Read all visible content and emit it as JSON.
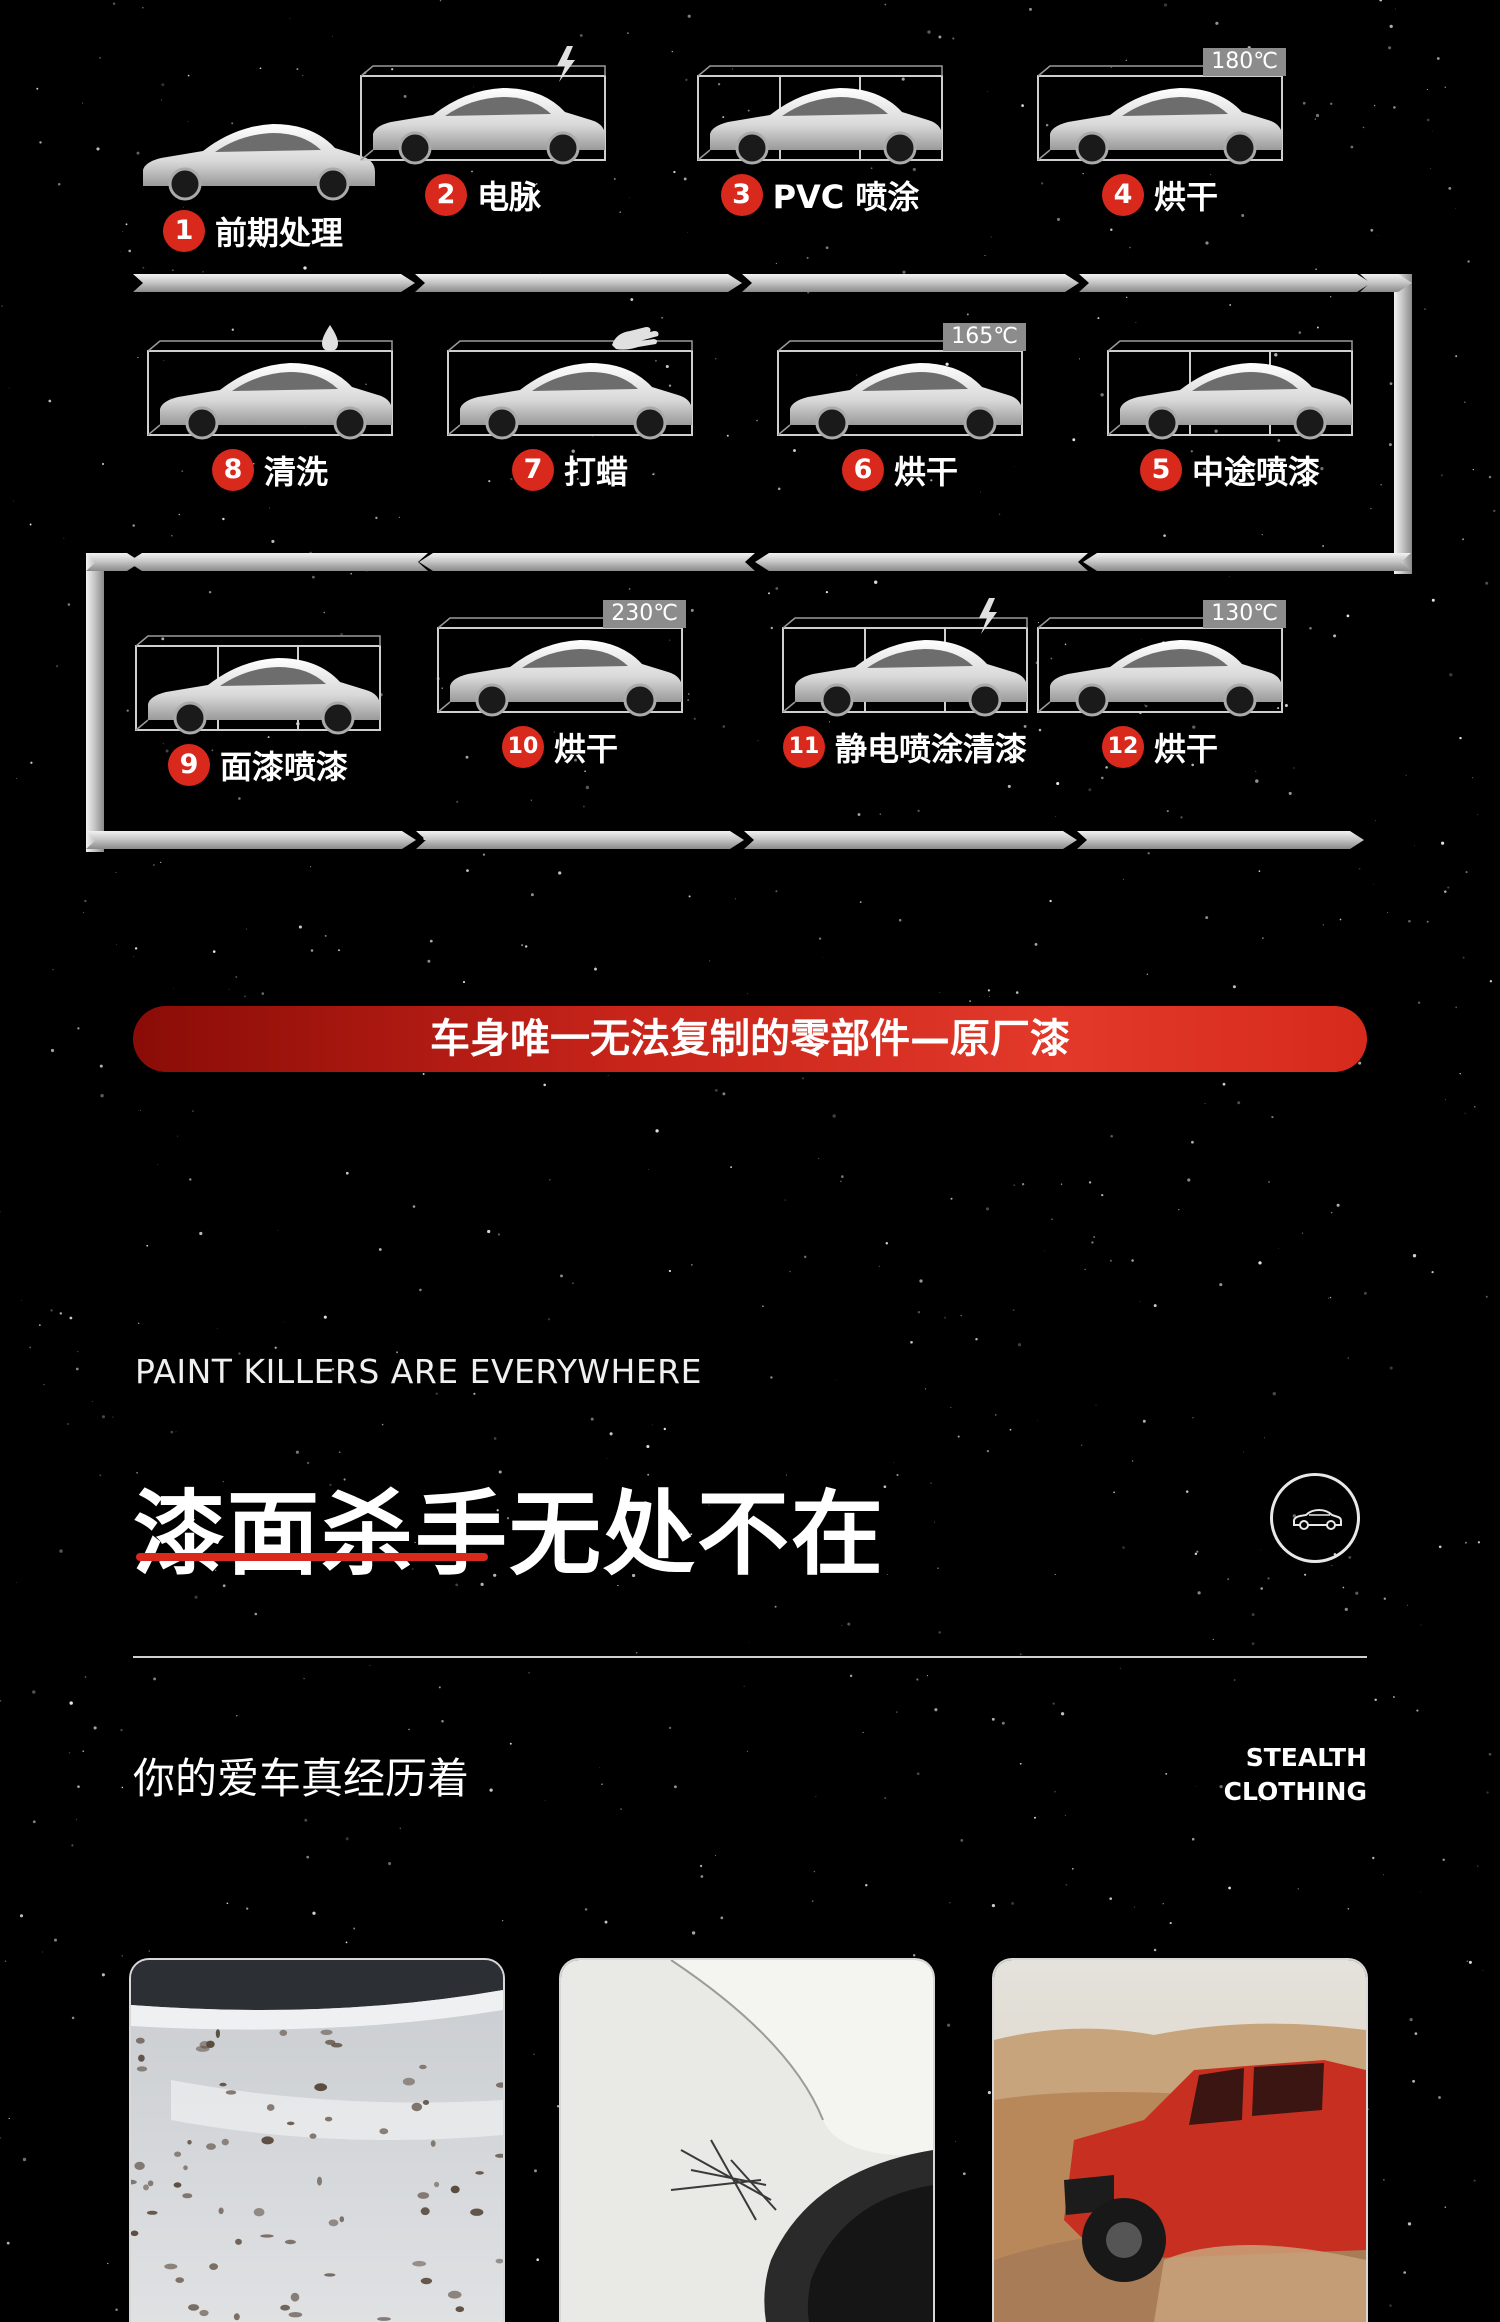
{
  "process": {
    "steps": [
      {
        "num": "1",
        "label": "前期处理",
        "temp": "",
        "mark": "none"
      },
      {
        "num": "2",
        "label": "电脉",
        "temp": "",
        "mark": "bolt"
      },
      {
        "num": "3",
        "label": "PVC 喷涂",
        "temp": "",
        "mark": "none"
      },
      {
        "num": "4",
        "label": "烘干",
        "temp": "180℃",
        "mark": "none"
      },
      {
        "num": "5",
        "label": "中途喷漆",
        "temp": "",
        "mark": "none"
      },
      {
        "num": "6",
        "label": "烘干",
        "temp": "165℃",
        "mark": "none"
      },
      {
        "num": "7",
        "label": "打蜡",
        "temp": "",
        "mark": "hand"
      },
      {
        "num": "8",
        "label": "清洗",
        "temp": "",
        "mark": "drop"
      },
      {
        "num": "9",
        "label": "面漆喷漆",
        "temp": "",
        "mark": "none"
      },
      {
        "num": "10",
        "label": "烘干",
        "temp": "230℃",
        "mark": "none"
      },
      {
        "num": "11",
        "label": "静电喷涂清漆",
        "temp": "",
        "mark": "bolt"
      },
      {
        "num": "12",
        "label": "烘干",
        "temp": "130℃",
        "mark": "none"
      }
    ]
  },
  "banner": {
    "text": "车身唯一无法复制的零部件—原厂漆"
  },
  "section": {
    "eng": "PAINT KILLERS ARE EVERYWHERE",
    "title": "漆面杀手无处不在",
    "subtitle": "你的爱车真经历着",
    "brand_line1": "STEALTH",
    "brand_line2": "CLOTHING"
  },
  "icons": {
    "circle": "car-icon",
    "accent": "#d9291c"
  },
  "photos": [
    {
      "name": "bird-droppings-photo"
    },
    {
      "name": "scratch-photo"
    },
    {
      "name": "offroad-truck-photo"
    }
  ]
}
